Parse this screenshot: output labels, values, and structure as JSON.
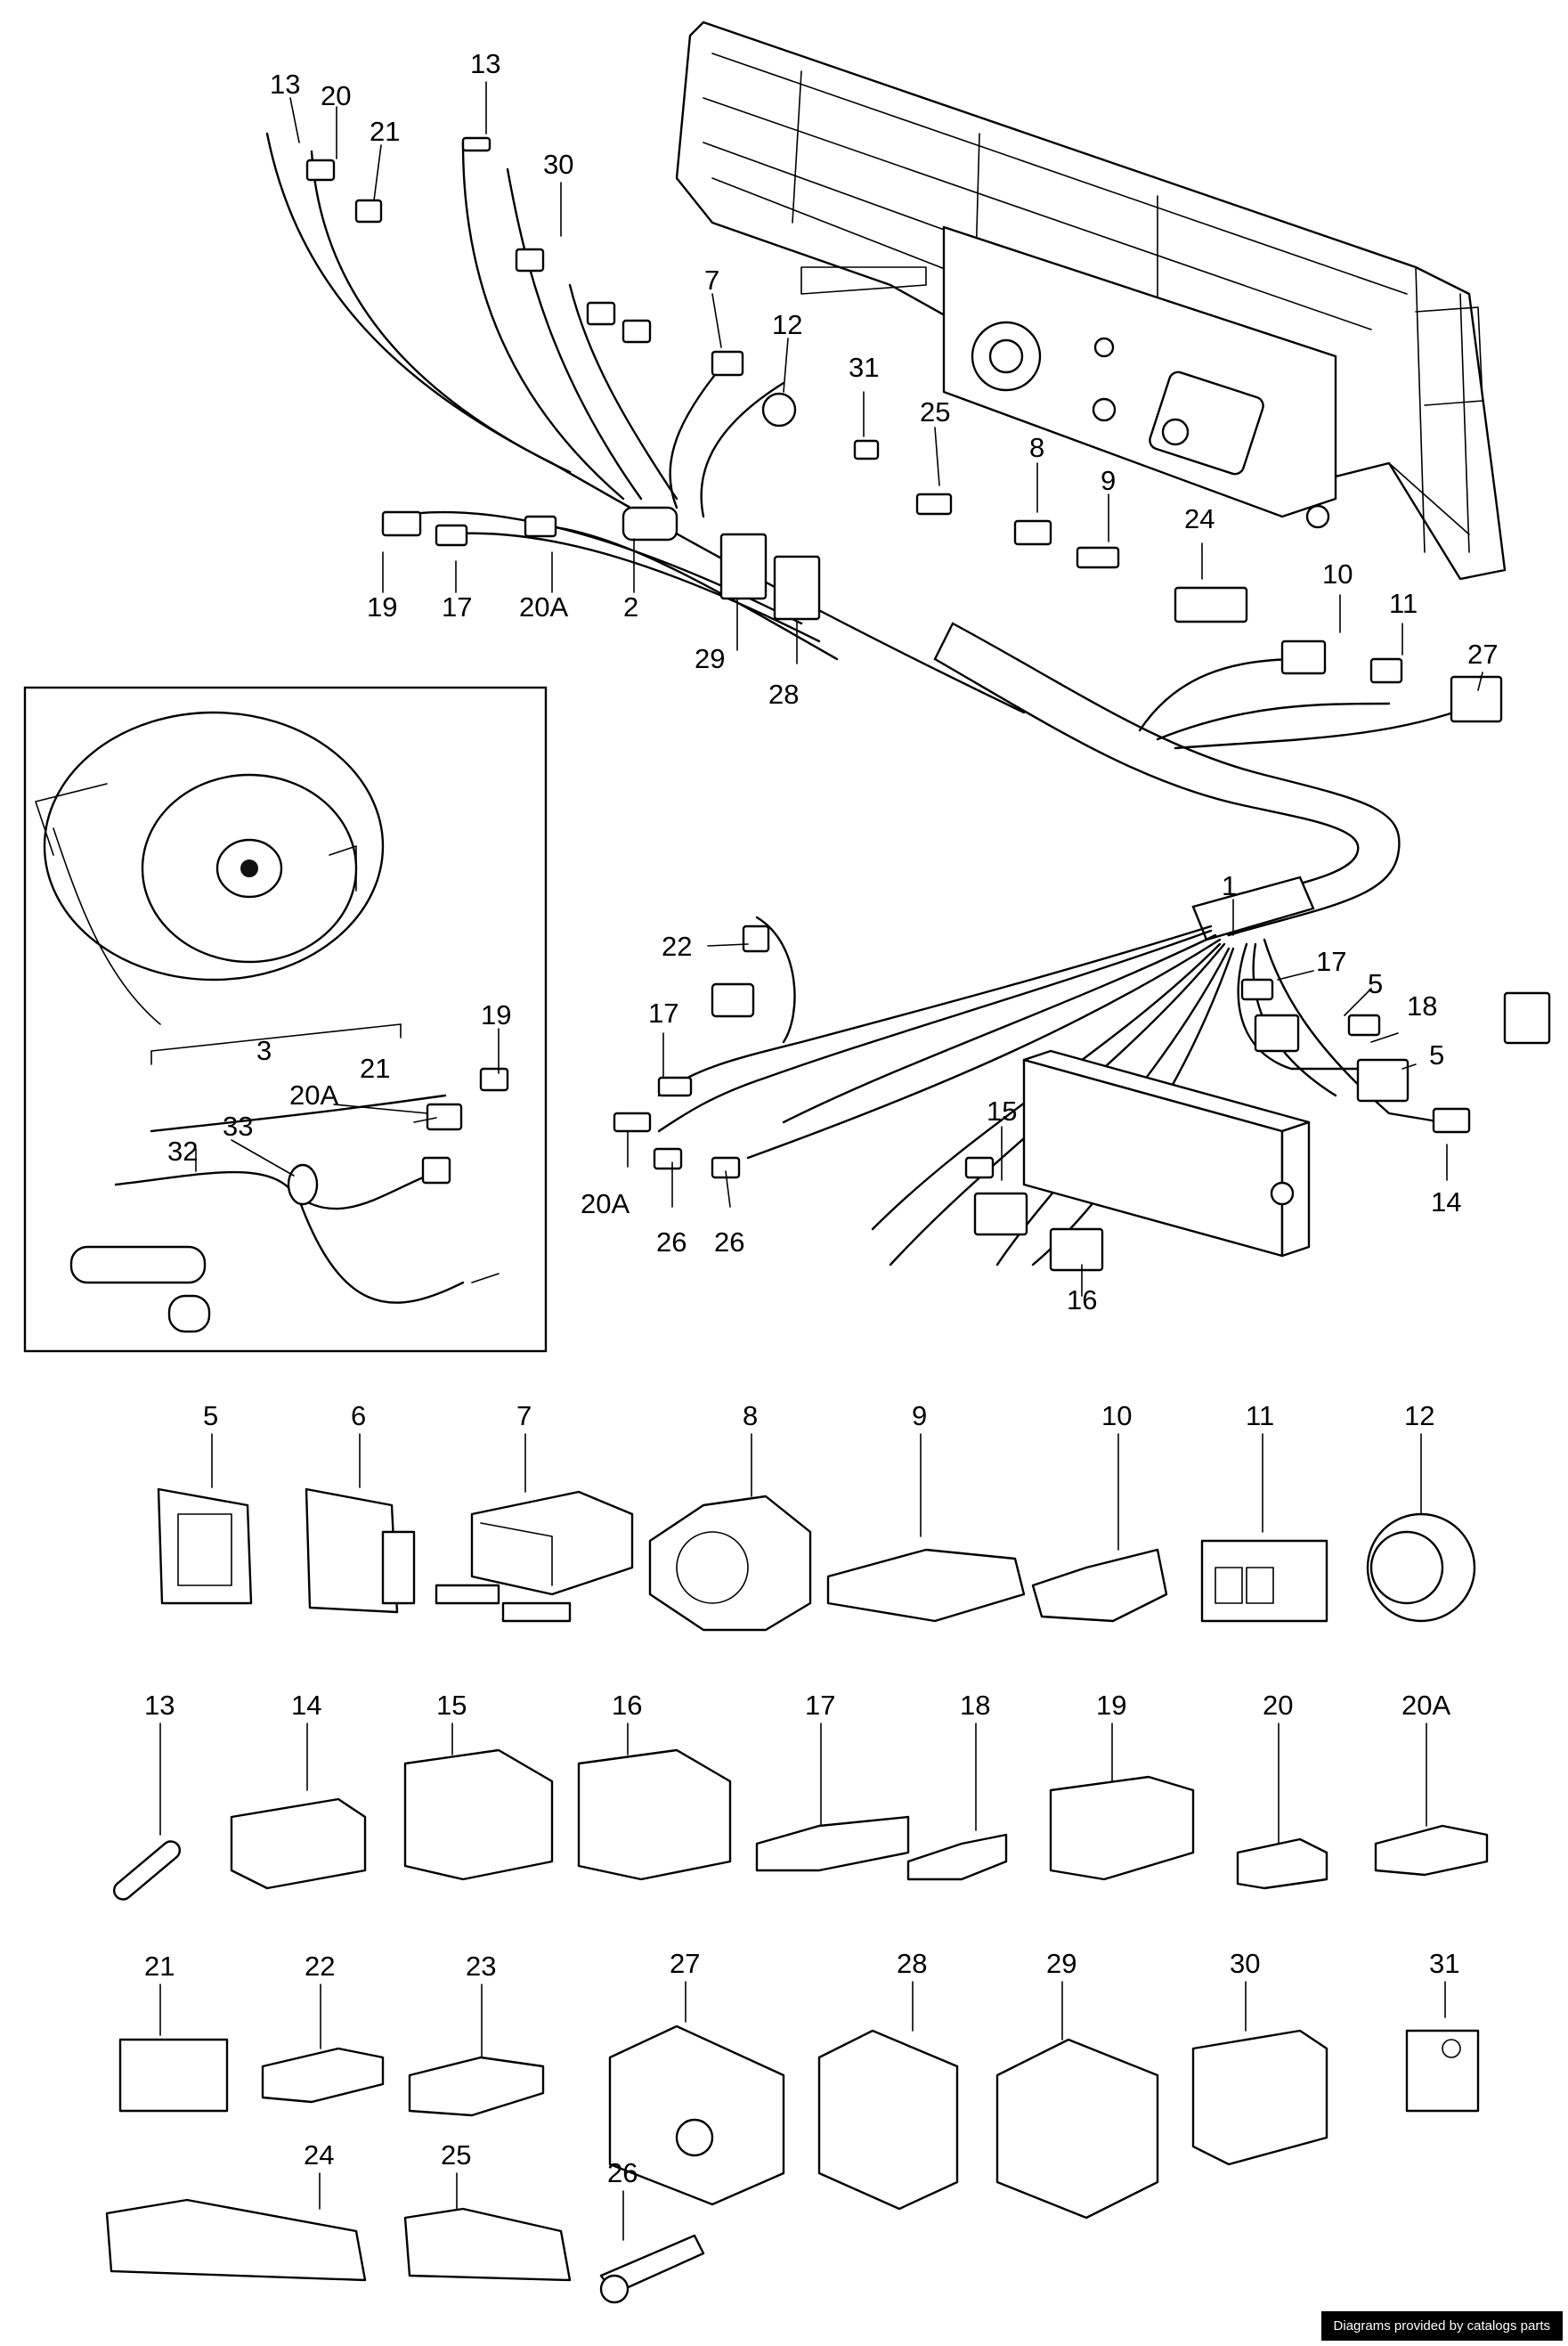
{
  "credit": "Diagrams provided by catalogs parts",
  "callouts": {
    "c13a": "13",
    "c20a": "20",
    "c21a": "21",
    "c13b": "13",
    "c30a": "30",
    "c7a": "7",
    "c12a": "12",
    "c31a": "31",
    "c25a": "25",
    "c8a": "8",
    "c9a": "9",
    "c24a": "24",
    "c10a": "10",
    "c11a": "11",
    "c27a": "27",
    "c19a": "19",
    "c17a": "17",
    "c20Aa": "20A",
    "c2": "2",
    "c29a": "29",
    "c28a": "28",
    "c1": "1",
    "c22a": "22",
    "c17b": "17",
    "c5a": "5",
    "c18a": "18",
    "c5b": "5",
    "c20Ab": "20A",
    "c26a": "26",
    "c26b": "26",
    "c15a": "15",
    "c16a": "16",
    "c14a": "14",
    "c3": "3",
    "c19b": "19",
    "c21b": "21",
    "c20Ac": "20A",
    "c32": "32",
    "c33": "33",
    "g5": "5",
    "g6": "6",
    "g7": "7",
    "g8": "8",
    "g9": "9",
    "g10": "10",
    "g11": "11",
    "g12": "12",
    "g13": "13",
    "g14": "14",
    "g15": "15",
    "g16": "16",
    "g17": "17",
    "g18": "18",
    "g19": "19",
    "g20": "20",
    "g20A": "20A",
    "g21": "21",
    "g22": "22",
    "g23": "23",
    "g27": "27",
    "g28": "28",
    "g29": "29",
    "g30": "30",
    "g31": "31",
    "g24": "24",
    "g25": "25",
    "g26": "26"
  }
}
